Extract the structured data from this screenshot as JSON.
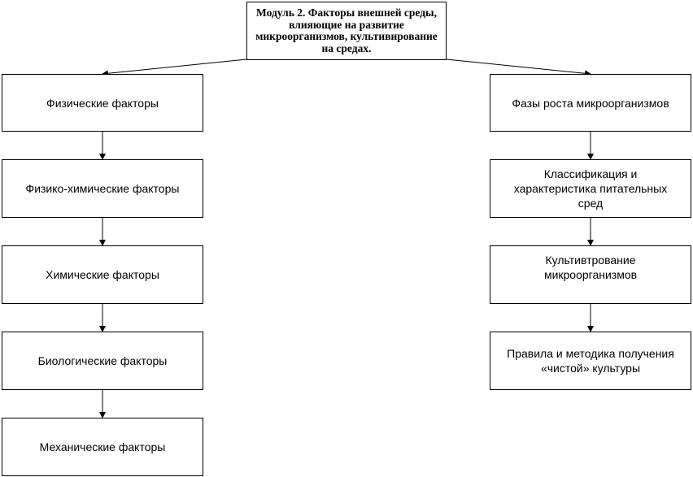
{
  "diagram": {
    "root": {
      "label": "Модуль 2. Факторы внешней среды, влияющие на развитие микроорганизмов, культивирование на средах."
    },
    "left_column": [
      {
        "label": "Физические факторы"
      },
      {
        "label": "Физико-химические факторы"
      },
      {
        "label": "Химические факторы"
      },
      {
        "label": "Биологические факторы"
      },
      {
        "label": "Механические факторы"
      }
    ],
    "right_column": [
      {
        "label": "Фазы роста микроорганизмов"
      },
      {
        "label": "Классификация  и характеристика питательных сред"
      },
      {
        "label": "Культивтрование микроорганизмов"
      },
      {
        "label": "Правила и методика получения «чистой» культуры"
      }
    ]
  }
}
